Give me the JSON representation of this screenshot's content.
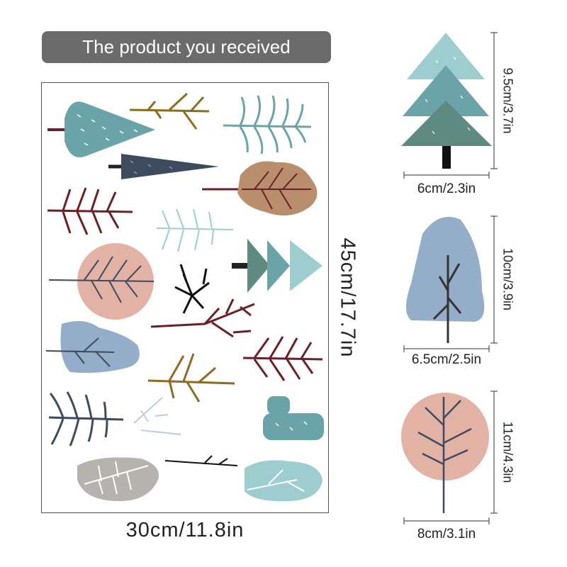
{
  "banner": {
    "text": "The product you received"
  },
  "sheet": {
    "width_label": "30cm/11.8in",
    "height_label": "45cm/17.7in"
  },
  "samples": [
    {
      "name": "pine-tree",
      "width_label": "6cm/2.3in",
      "height_label": "9.5cm/3.7in"
    },
    {
      "name": "blue-tree",
      "width_label": "6.5cm/2.5in",
      "height_label": "10cm/3.9in"
    },
    {
      "name": "pink-round-tree",
      "width_label": "8cm/3.1in",
      "height_label": "11cm/4.3in"
    }
  ],
  "colors": {
    "teal": "#6aa3a8",
    "light_teal": "#9ecdd0",
    "navy": "#3e4b5e",
    "brown": "#b88e6d",
    "maroon": "#6b1f26",
    "pink": "#e2b3a5",
    "blue_gray": "#94aec9",
    "gray": "#b6b3af",
    "ochre": "#8f6a22",
    "banner": "#6b6b6b"
  }
}
